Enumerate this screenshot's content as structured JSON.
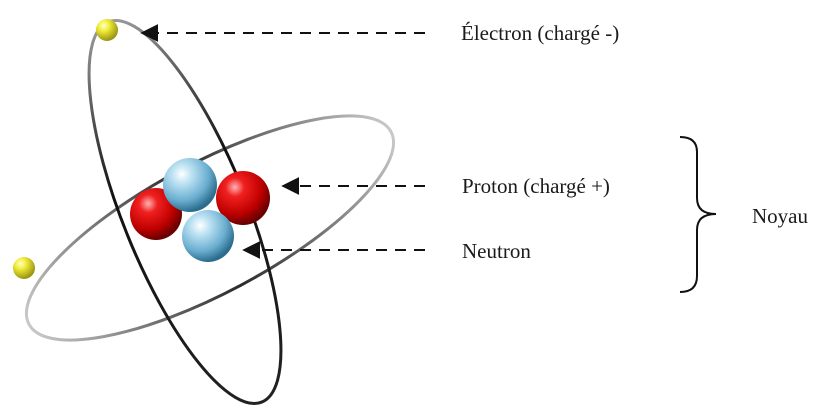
{
  "labels": {
    "electron": "Électron (chargé -)",
    "proton": "Proton (chargé +)",
    "neutron": "Neutron",
    "nucleus": "Noyau"
  },
  "colors": {
    "electron": "#e6e22f",
    "proton": "#d10000",
    "neutron": "#6fb3d6",
    "orbit_dark": "#111111",
    "orbit_light": "#a9a9a9",
    "arrow": "#111111"
  }
}
